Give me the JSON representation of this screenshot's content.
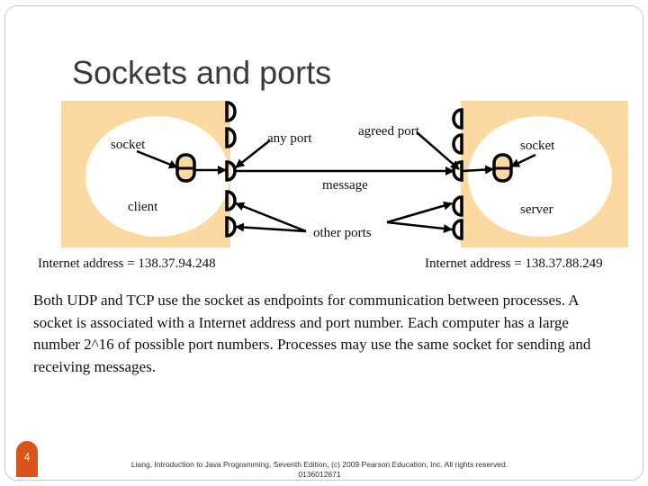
{
  "slide": {
    "title": "Sockets and ports",
    "page_number": "4",
    "footer": "Liang, Introduction to Java Programming, Seventh Edition, (c) 2009 Pearson Education, Inc. All rights reserved. 0136012671",
    "body": "Both UDP and TCP use the socket as endpoints for communication between processes.  A socket is associated with a Internet address and port number. Each computer has a large number 2^16 of possible port numbers. Processes may use the same socket for sending and receiving messages."
  },
  "diagram": {
    "labels": {
      "socket_left": "socket",
      "any_port": "any port",
      "agreed_port": "agreed port",
      "socket_right": "socket",
      "message": "message",
      "client": "client",
      "server": "server",
      "other_ports": "other ports"
    },
    "client_address": "Internet address = 138.37.94.248",
    "server_address": "Internet address = 138.37.88.249",
    "colors": {
      "panel": "#fcd9a0",
      "background": "#ffffff",
      "line": "#000000"
    }
  }
}
